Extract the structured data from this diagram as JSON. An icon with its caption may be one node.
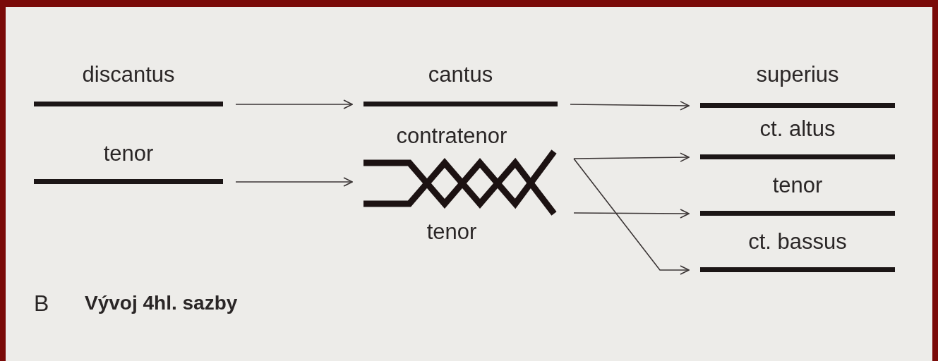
{
  "diagram": {
    "caption": "Vývoj 4hl. sazby",
    "nodes": [
      {
        "text": [
          "discantus"
        ]
      },
      {
        "text": [
          "tenor"
        ]
      },
      {
        "text": [
          "cantus"
        ]
      },
      {
        "text": [
          "contratenor",
          "tenor"
        ]
      },
      {
        "text": [
          "superius"
        ]
      },
      {
        "text": [
          "ct. altus"
        ]
      },
      {
        "text": [
          "tenor"
        ]
      },
      {
        "text": [
          "ct. bassus"
        ]
      }
    ],
    "edges": [
      {
        "from": 0,
        "to": 2,
        "arrow": "to"
      },
      {
        "from": 1,
        "to": 3,
        "arrow": "to"
      },
      {
        "from": 2,
        "to": 4,
        "arrow": "to"
      },
      {
        "from": 3,
        "to": 5,
        "arrow": "to"
      },
      {
        "from": 3,
        "to": 6,
        "arrow": "to"
      },
      {
        "from": 3,
        "to": 7,
        "arrow": "to"
      }
    ],
    "labels": [
      "B"
    ]
  }
}
